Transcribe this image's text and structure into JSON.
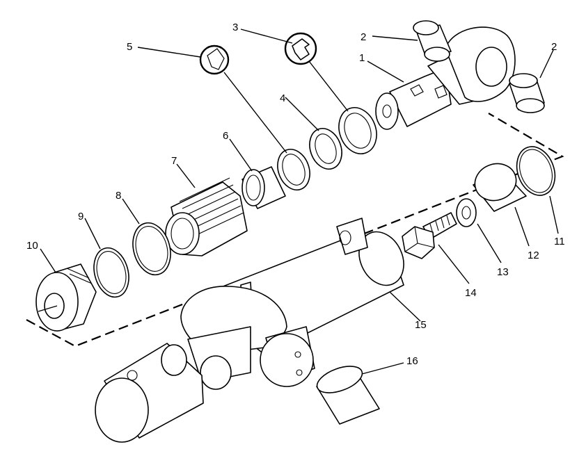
{
  "callouts": [
    {
      "id": "c1",
      "label": "1"
    },
    {
      "id": "c2a",
      "label": "2"
    },
    {
      "id": "c2b",
      "label": "2"
    },
    {
      "id": "c3",
      "label": "3"
    },
    {
      "id": "c4",
      "label": "4"
    },
    {
      "id": "c5",
      "label": "5"
    },
    {
      "id": "c6",
      "label": "6"
    },
    {
      "id": "c7",
      "label": "7"
    },
    {
      "id": "c8",
      "label": "8"
    },
    {
      "id": "c9",
      "label": "9"
    },
    {
      "id": "c10",
      "label": "10"
    },
    {
      "id": "c11",
      "label": "11"
    },
    {
      "id": "c12",
      "label": "12"
    },
    {
      "id": "c13",
      "label": "13"
    },
    {
      "id": "c14",
      "label": "14"
    },
    {
      "id": "c15",
      "label": "15"
    },
    {
      "id": "c16",
      "label": "16"
    }
  ]
}
